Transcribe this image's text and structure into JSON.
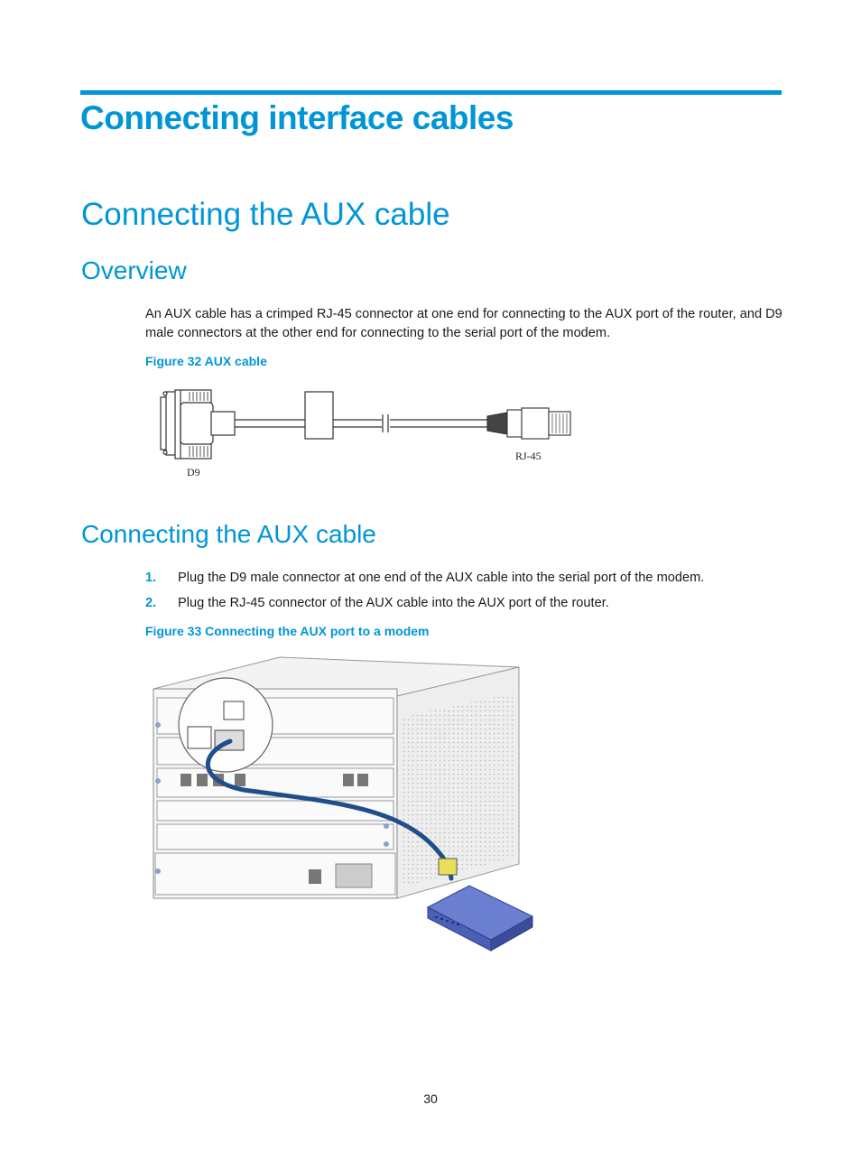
{
  "chapter_title": "Connecting interface cables",
  "section_title": "Connecting the AUX cable",
  "overview": {
    "heading": "Overview",
    "paragraph": "An AUX cable has a crimped RJ-45 connector at one end for connecting to the AUX port of the router, and D9 male connectors at the other end for connecting to the serial port of the modem.",
    "figure_caption": "Figure 32 AUX cable",
    "figure_labels": {
      "d9": "D9",
      "rj45": "RJ-45"
    }
  },
  "connecting": {
    "heading": "Connecting the AUX cable",
    "steps": [
      {
        "num": "1.",
        "text": "Plug the D9 male connector at one end of the AUX cable into the serial port of the modem."
      },
      {
        "num": "2.",
        "text": "Plug the RJ-45 connector of the AUX cable into the AUX port of the router."
      }
    ],
    "figure_caption": "Figure 33 Connecting the AUX port to a modem"
  },
  "page_number": "30",
  "colors": {
    "accent": "#0096d6",
    "cable": "#1f4f8a",
    "modem": "#4a5fb8"
  }
}
